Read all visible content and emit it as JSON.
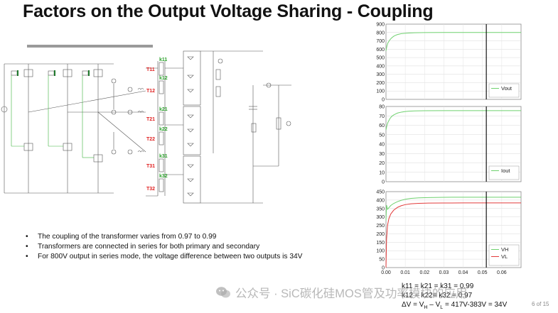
{
  "slide": {
    "title": "Factors on the Output Voltage Sharing - Coupling",
    "page_number": "6 of 15"
  },
  "bullets": [
    "The coupling of the transformer varies from 0.97 to 0.99",
    "Transformers are connected in series for both primary and secondary",
    "For 800V output in series mode, the voltage difference between two outputs is 34V"
  ],
  "notes": {
    "line1": "k11 = k21 = k31 = 0.99",
    "line2": "k12 = k22= k32 = 0.97",
    "line3_prefix": "ΔV = V",
    "line3_sub1": "H",
    "line3_mid": " – V",
    "line3_sub2": "L",
    "line3_suffix": " = 417V-383V = 34V"
  },
  "watermark": {
    "text": "公众号 · SiC碳化硅MOS管及功率模块的应用"
  },
  "schematic_labels": {
    "couplings_primary": [
      "k11",
      "k12"
    ],
    "couplings_mid": [
      "k21",
      "k22"
    ],
    "couplings_bottom": [
      "k31",
      "k32"
    ],
    "transformers": [
      "T11",
      "T12",
      "T21",
      "T22",
      "T31",
      "T32"
    ]
  },
  "colors": {
    "green_trace": "#6fd16f",
    "red_trace": "#e23b3b",
    "cursor": "#000000",
    "k_label": "#2aa12a",
    "t_label": "#e02020"
  },
  "chart_data": [
    {
      "type": "line",
      "title": "",
      "xlabel": "",
      "ylabel": "",
      "xlim": [
        0,
        0.07
      ],
      "ylim": [
        0,
        900
      ],
      "yticks": [
        0,
        100,
        200,
        300,
        400,
        500,
        600,
        700,
        800,
        900
      ],
      "grid": true,
      "legend_position": "bottom-right",
      "cursor_x": 0.052,
      "series": [
        {
          "name": "Vout",
          "color": "#6fd16f",
          "x": [
            0,
            0.0005,
            0.001,
            0.002,
            0.003,
            0.004,
            0.005,
            0.006,
            0.008,
            0.01,
            0.012,
            0.015,
            0.02,
            0.03,
            0.04,
            0.05,
            0.06,
            0.07
          ],
          "y": [
            580,
            640,
            675,
            712,
            737,
            755,
            767,
            776,
            786,
            791,
            794,
            797,
            799,
            800,
            800,
            800,
            800,
            800
          ]
        }
      ]
    },
    {
      "type": "line",
      "title": "",
      "xlabel": "",
      "ylabel": "",
      "xlim": [
        0,
        0.07
      ],
      "ylim": [
        0,
        80
      ],
      "yticks": [
        0,
        10,
        20,
        30,
        40,
        50,
        60,
        70,
        80
      ],
      "grid": true,
      "legend_position": "bottom-right",
      "cursor_x": 0.052,
      "series": [
        {
          "name": "Iout",
          "color": "#6fd16f",
          "x": [
            0,
            0.0005,
            0.001,
            0.002,
            0.003,
            0.004,
            0.005,
            0.006,
            0.008,
            0.01,
            0.012,
            0.015,
            0.02,
            0.03,
            0.04,
            0.05,
            0.06,
            0.07
          ],
          "y": [
            55,
            60,
            63,
            67,
            69.5,
            71,
            72,
            73,
            74,
            74.6,
            75,
            75.3,
            75.5,
            75.6,
            75.6,
            75.6,
            75.6,
            75.6
          ]
        }
      ]
    },
    {
      "type": "line",
      "title": "",
      "xlabel": "",
      "ylabel": "",
      "xlim": [
        0,
        0.07
      ],
      "ylim": [
        0,
        450
      ],
      "xticks": [
        0,
        0.01,
        0.02,
        0.03,
        0.04,
        0.05,
        0.06
      ],
      "xtick_labels": [
        "0.00",
        "0.01",
        "0.02",
        "0.03",
        "0.04",
        "0.05",
        "0.06"
      ],
      "yticks": [
        0,
        50,
        100,
        150,
        200,
        250,
        300,
        350,
        400,
        450
      ],
      "grid": true,
      "legend_position": "bottom-right",
      "cursor_x": 0.052,
      "series": [
        {
          "name": "VH",
          "color": "#6fd16f",
          "x": [
            0,
            0.0003,
            0.0008,
            0.0015,
            0.0025,
            0.004,
            0.006,
            0.008,
            0.01,
            0.013,
            0.017,
            0.022,
            0.03,
            0.04,
            0.05,
            0.06,
            0.07
          ],
          "y": [
            280,
            370,
            345,
            355,
            368,
            380,
            391,
            399,
            405,
            410,
            413,
            415,
            416.5,
            417,
            417,
            417,
            417
          ]
        },
        {
          "name": "VL",
          "color": "#e23b3b",
          "x": [
            0,
            0.0003,
            0.0008,
            0.0015,
            0.0025,
            0.004,
            0.006,
            0.008,
            0.01,
            0.013,
            0.017,
            0.022,
            0.03,
            0.04,
            0.05,
            0.06,
            0.07
          ],
          "y": [
            0,
            170,
            250,
            290,
            318,
            340,
            357,
            367,
            373,
            378,
            380.5,
            382,
            382.8,
            383,
            383,
            383,
            383
          ]
        }
      ]
    }
  ]
}
